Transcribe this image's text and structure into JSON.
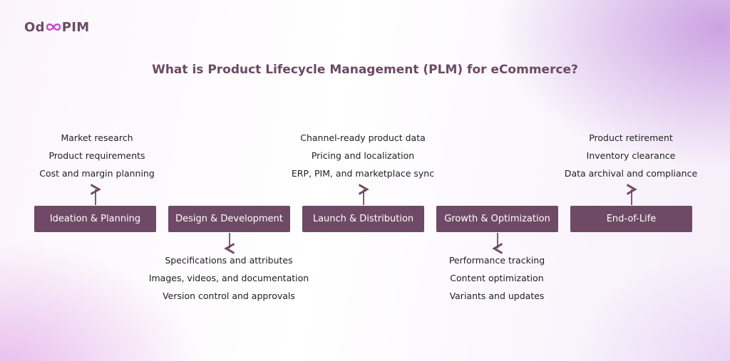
{
  "logo": {
    "left": "Od",
    "right": "PIM"
  },
  "title": "What is Product Lifecycle Management (PLM) for eCommerce?",
  "colors": {
    "accent": "#6e4a66",
    "text": "#1e1e1e"
  },
  "stages": [
    {
      "label": "Ideation & Planning",
      "position": "above",
      "items": [
        "Market research",
        "Product requirements",
        "Cost and margin planning"
      ]
    },
    {
      "label": "Design & Development",
      "position": "below",
      "items": [
        "Specifications and attributes",
        "Images, videos, and documentation",
        "Version control and approvals"
      ]
    },
    {
      "label": "Launch & Distribution",
      "position": "above",
      "items": [
        "Channel-ready product data",
        "Pricing and localization",
        "ERP, PIM, and marketplace sync"
      ]
    },
    {
      "label": "Growth & Optimization",
      "position": "below",
      "items": [
        "Performance tracking",
        "Content optimization",
        "Variants and updates"
      ]
    },
    {
      "label": "End-of-Life",
      "position": "above",
      "items": [
        "Product retirement",
        "Inventory clearance",
        "Data archival and compliance"
      ]
    }
  ]
}
